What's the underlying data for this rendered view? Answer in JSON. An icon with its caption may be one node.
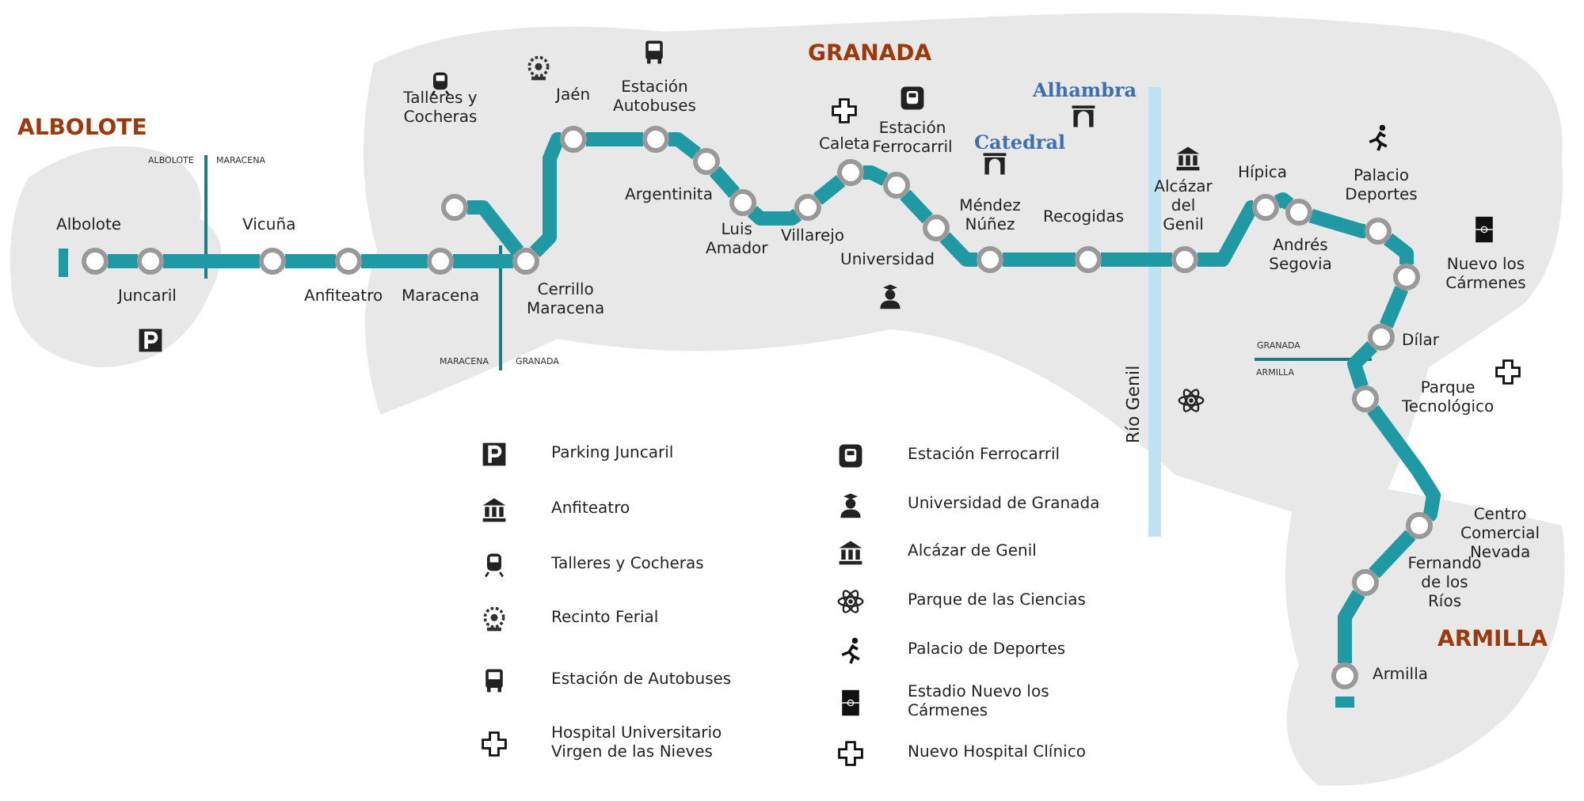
{
  "diagram": {
    "nodes": [
      {
        "text": [
          "Albolote"
        ]
      },
      {
        "text": [
          "Juncaril"
        ]
      },
      {
        "text": [
          "Vicuña"
        ]
      },
      {
        "text": [
          "Anfiteatro"
        ]
      },
      {
        "text": [
          "Maracena"
        ]
      },
      {
        "text": [
          "Talleres y Cocheras"
        ]
      },
      {
        "text": [
          "Cerrillo Maracena"
        ]
      },
      {
        "text": [
          "Jaén"
        ]
      },
      {
        "text": [
          "Estación Autobuses"
        ]
      },
      {
        "text": [
          "Argentinita"
        ]
      },
      {
        "text": [
          "Luis Amador"
        ]
      },
      {
        "text": [
          "Villarejo"
        ]
      },
      {
        "text": [
          "Caleta"
        ]
      },
      {
        "text": [
          "Estación Ferrocarril"
        ]
      },
      {
        "text": [
          "Universidad"
        ]
      },
      {
        "text": [
          "Méndez Núñez"
        ]
      },
      {
        "text": [
          "Recogidas"
        ]
      },
      {
        "text": [
          "Alcázar del Genil"
        ]
      },
      {
        "text": [
          "Hípica"
        ]
      },
      {
        "text": [
          "Andrés Segovia"
        ]
      },
      {
        "text": [
          "Palacio Deportes"
        ]
      },
      {
        "text": [
          "Nuevo los Cármenes"
        ]
      },
      {
        "text": [
          "Dílar"
        ]
      },
      {
        "text": [
          "Parque Tecnológico"
        ]
      },
      {
        "text": [
          "Centro Comercial Nevada"
        ]
      },
      {
        "text": [
          "Fernando de los Ríos"
        ]
      },
      {
        "text": [
          "Armilla"
        ]
      }
    ],
    "edges": [
      {
        "from": 0,
        "to": 1,
        "arrow": "none"
      },
      {
        "from": 1,
        "to": 2,
        "arrow": "none"
      },
      {
        "from": 2,
        "to": 3,
        "arrow": "none"
      },
      {
        "from": 3,
        "to": 4,
        "arrow": "none"
      },
      {
        "from": 4,
        "to": 6,
        "arrow": "none"
      },
      {
        "from": 5,
        "to": 6,
        "arrow": "none"
      },
      {
        "from": 6,
        "to": 7,
        "arrow": "none"
      },
      {
        "from": 7,
        "to": 8,
        "arrow": "none"
      },
      {
        "from": 8,
        "to": 9,
        "arrow": "none"
      },
      {
        "from": 9,
        "to": 10,
        "arrow": "none"
      },
      {
        "from": 10,
        "to": 11,
        "arrow": "none"
      },
      {
        "from": 11,
        "to": 12,
        "arrow": "none"
      },
      {
        "from": 12,
        "to": 13,
        "arrow": "none"
      },
      {
        "from": 13,
        "to": 14,
        "arrow": "none"
      },
      {
        "from": 14,
        "to": 15,
        "arrow": "none"
      },
      {
        "from": 15,
        "to": 16,
        "arrow": "none"
      },
      {
        "from": 16,
        "to": 17,
        "arrow": "none"
      },
      {
        "from": 17,
        "to": 18,
        "arrow": "none"
      },
      {
        "from": 18,
        "to": 19,
        "arrow": "none"
      },
      {
        "from": 19,
        "to": 20,
        "arrow": "none"
      },
      {
        "from": 20,
        "to": 21,
        "arrow": "none"
      },
      {
        "from": 21,
        "to": 22,
        "arrow": "none"
      },
      {
        "from": 22,
        "to": 23,
        "arrow": "none"
      },
      {
        "from": 23,
        "to": 24,
        "arrow": "none"
      },
      {
        "from": 24,
        "to": 25,
        "arrow": "none"
      },
      {
        "from": 25,
        "to": 26,
        "arrow": "none"
      }
    ],
    "labels": [
      "ALBOLOTE",
      "GRANADA",
      "ARMILLA",
      "ALBOLOTE",
      "MARACENA",
      "MARACENA",
      "GRANADA",
      "GRANADA",
      "ARMILLA",
      "Alhambra",
      "Catedral",
      "Río Genil"
    ],
    "legend": [
      {
        "text": "Parking Juncaril"
      },
      {
        "text": "Anfiteatro"
      },
      {
        "text": "Talleres y Cocheras"
      },
      {
        "text": "Recinto Ferial"
      },
      {
        "text": "Estación de Autobuses"
      },
      {
        "text": "Hospital Universitario Virgen de las Nieves"
      },
      {
        "text": "Estación Ferrocarril"
      },
      {
        "text": "Universidad de Granada"
      },
      {
        "text": "Alcázar de Genil"
      },
      {
        "text": "Parque de las Ciencias"
      },
      {
        "text": "Palacio de Deportes"
      },
      {
        "text": "Estadio Nuevo los Cármenes"
      },
      {
        "text": "Nuevo Hospital Clínico"
      }
    ]
  }
}
